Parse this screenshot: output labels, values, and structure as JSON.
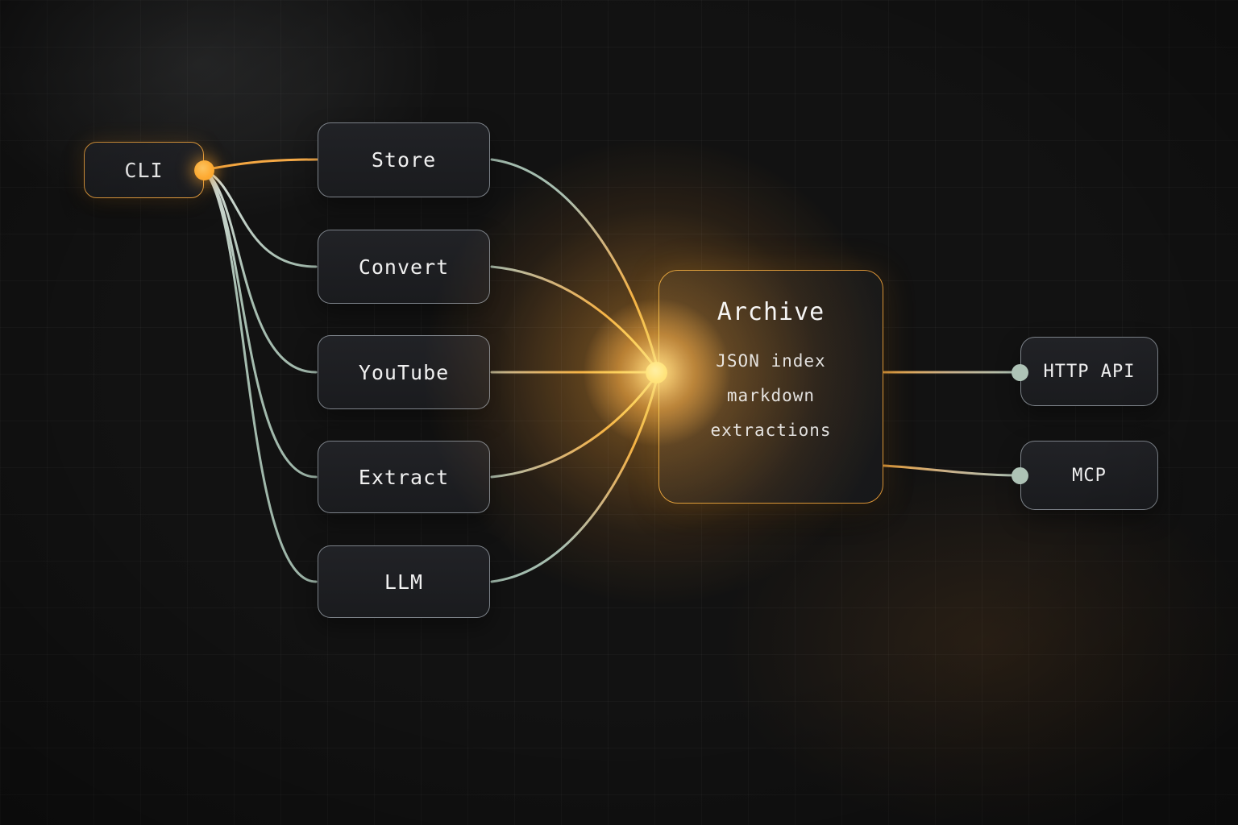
{
  "diagram": {
    "nodes": {
      "cli": {
        "label": "CLI"
      },
      "store": {
        "label": "Store"
      },
      "convert": {
        "label": "Convert"
      },
      "youtube": {
        "label": "YouTube"
      },
      "extract": {
        "label": "Extract"
      },
      "llm": {
        "label": "LLM"
      },
      "archive": {
        "title": "Archive",
        "lines": [
          "JSON index",
          "markdown",
          "extractions"
        ]
      },
      "http_api": {
        "label": "HTTP API"
      },
      "mcp": {
        "label": "MCP"
      }
    },
    "edges": [
      {
        "from": "cli",
        "to": "store"
      },
      {
        "from": "cli",
        "to": "convert"
      },
      {
        "from": "cli",
        "to": "youtube"
      },
      {
        "from": "cli",
        "to": "extract"
      },
      {
        "from": "cli",
        "to": "llm"
      },
      {
        "from": "store",
        "to": "archive"
      },
      {
        "from": "convert",
        "to": "archive"
      },
      {
        "from": "youtube",
        "to": "archive"
      },
      {
        "from": "extract",
        "to": "archive"
      },
      {
        "from": "llm",
        "to": "archive"
      },
      {
        "from": "archive",
        "to": "http_api"
      },
      {
        "from": "archive",
        "to": "mcp"
      }
    ],
    "colors": {
      "background": "#121212",
      "accent_orange": "#F2A33C",
      "edge_sage": "#A3BCAE",
      "node_border_gray": "#8E969C",
      "node_fill": "#1C1D20",
      "text": "#F0F0F0"
    }
  }
}
